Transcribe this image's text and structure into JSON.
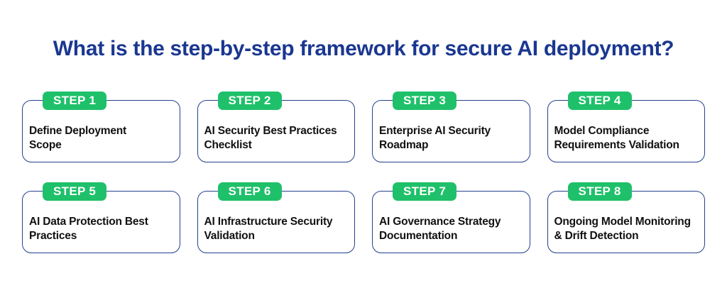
{
  "header": {
    "title": "What is the step-by-step framework for secure AI deployment?"
  },
  "colors": {
    "page_bg": "#ffffff",
    "title_color": "#1a3790",
    "border_color": "#24418e",
    "badge_bg": "#1fc06a",
    "badge_text": "#ffffff",
    "card_text": "#111111"
  },
  "cards": [
    {
      "badge": "STEP 1",
      "line1": "Define Deployment",
      "line2": "Scope"
    },
    {
      "badge": "STEP 2",
      "line1": "AI Security Best Practices",
      "line2": "Checklist"
    },
    {
      "badge": "STEP 3",
      "line1": "Enterprise AI Security",
      "line2": "Roadmap"
    },
    {
      "badge": "STEP 4",
      "line1": "Model Compliance",
      "line2": "Requirements Validation"
    },
    {
      "badge": "STEP 5",
      "line1": "AI Data Protection Best",
      "line2": "Practices"
    },
    {
      "badge": "STEP 6",
      "line1": "AI Infrastructure Security",
      "line2": "Validation"
    },
    {
      "badge": "STEP 7",
      "line1": "AI Governance Strategy",
      "line2": "Documentation"
    },
    {
      "badge": "STEP 8",
      "line1": "Ongoing Model Monitoring",
      "line2": "& Drift Detection"
    }
  ]
}
